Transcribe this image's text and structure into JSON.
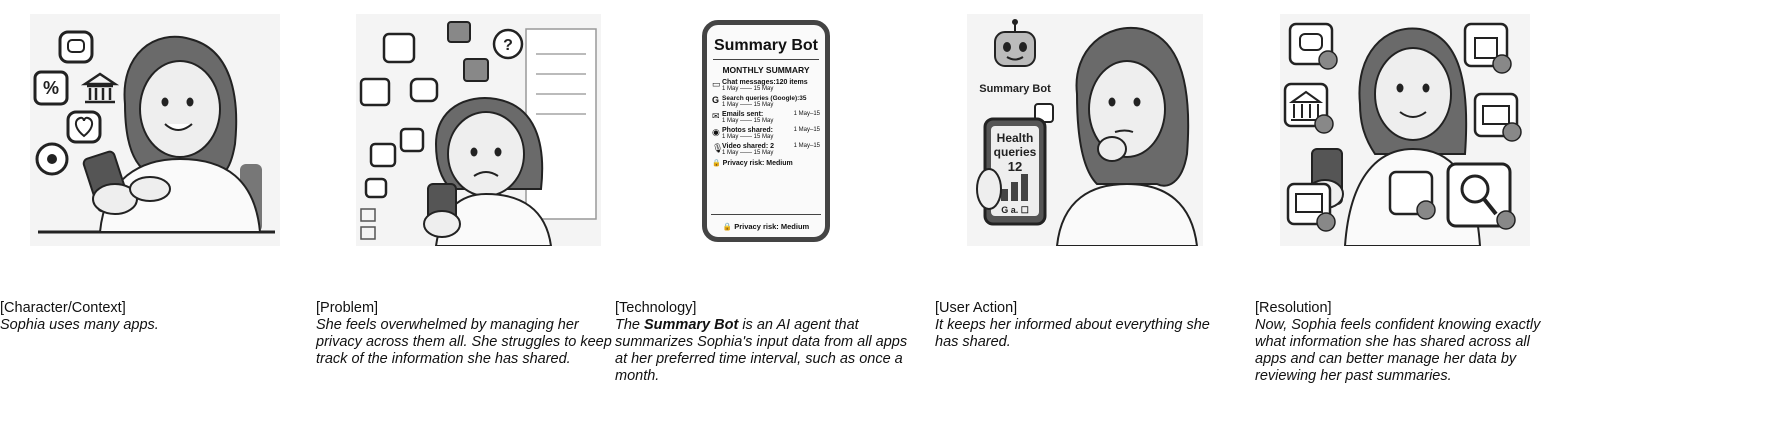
{
  "panels": [
    {
      "label": "[Character/Context]",
      "text": "Sophia uses many apps."
    },
    {
      "label": "[Problem]",
      "text": "She feels overwhelmed by managing her privacy across them all. She struggles to keep track of the information she has shared."
    },
    {
      "label": "[Technology]",
      "text_before": "The ",
      "text_bold": "Summary Bot",
      "text_after": " is an AI agent that summarizes Sophia's input data from all apps at her preferred time interval, such as once a month."
    },
    {
      "label": "[User Action]",
      "text": "It keeps her informed about everything she has shared."
    },
    {
      "label": "[Resolution]",
      "text": "Now, Sophia feels confident knowing exactly what information she has shared across all apps and can better manage her data by reviewing her past summaries."
    }
  ],
  "phone": {
    "title": "Summary Bot",
    "heading": "MONTHLY SUMMARY",
    "rows": [
      {
        "label": "Chat messages:",
        "value": "120 items",
        "range": "1 May —— 15 May"
      },
      {
        "label": "Search queries (Google):",
        "value": "35",
        "range": "1 May —— 15 May"
      },
      {
        "label": "Emails sent:",
        "value": "1 May–15",
        "range": "1 May —— 15 May"
      },
      {
        "label": "Photos shared:",
        "value": "1 May–15",
        "range": "1 May —— 15 May"
      },
      {
        "label": "Video shared: 2",
        "value": "1 May–15",
        "range": "1 May —— 15 May"
      }
    ],
    "risk_inline": "Privacy risk: Medium",
    "risk_footer": "Privacy risk: Medium"
  },
  "user_action": {
    "bot_label": "Summary Bot",
    "phone_line1": "Health",
    "phone_line2": "queries",
    "phone_count": "12",
    "phone_footer": "G a. ☐"
  },
  "icons": {
    "percent": "%",
    "question": "?"
  }
}
